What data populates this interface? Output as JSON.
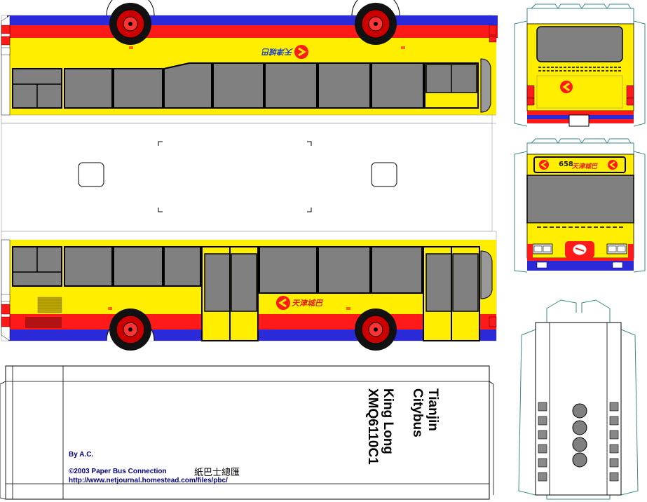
{
  "model": {
    "city": "Tianjin",
    "operator": "Citybus",
    "maker": "King Long",
    "model_code": "XMQ6110C1"
  },
  "credits": {
    "author": "By A.C.",
    "copyright": "©2003 Paper Bus Connection",
    "chinese_name": "紙巴士總匯",
    "url": "http://www.netjournal.homestead.com/files/pbc/"
  },
  "livery": {
    "logo_text": "天津城巴",
    "route_number": "658",
    "colors": {
      "yellow": "#ffee00",
      "red": "#ff1a1a",
      "blue": "#2a2ad8",
      "window": "#808080",
      "wheel_red": "#cc0000",
      "line": "#000000",
      "template_teal": "#3a8a8a"
    }
  }
}
